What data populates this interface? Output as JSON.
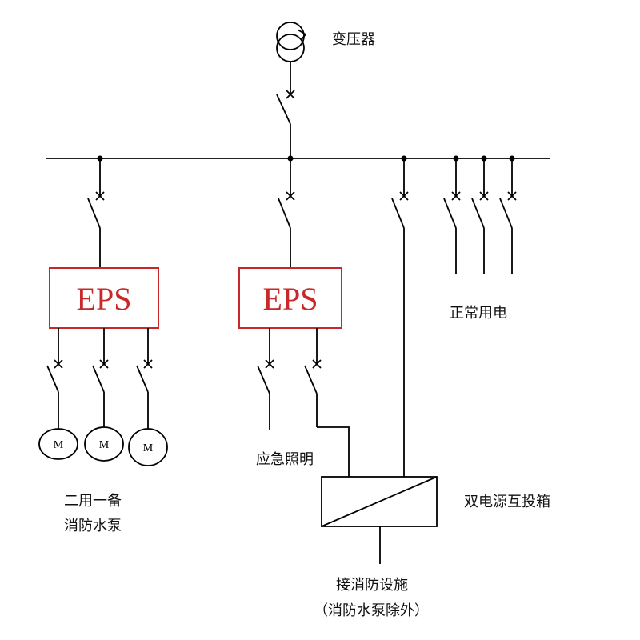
{
  "labels": {
    "transformer": "变压器",
    "normal_power": "正常用电",
    "emergency_lighting": "应急照明",
    "pumps_line1": "二用一备",
    "pumps_line2": "消防水泵",
    "ats_box": "双电源互投箱",
    "fire_line1": "接消防设施",
    "fire_line2": "（消防水泵除外）"
  },
  "eps_label": "EPS",
  "motor_label": "M",
  "colors": {
    "line": "#000000",
    "eps": "#c8282a"
  }
}
